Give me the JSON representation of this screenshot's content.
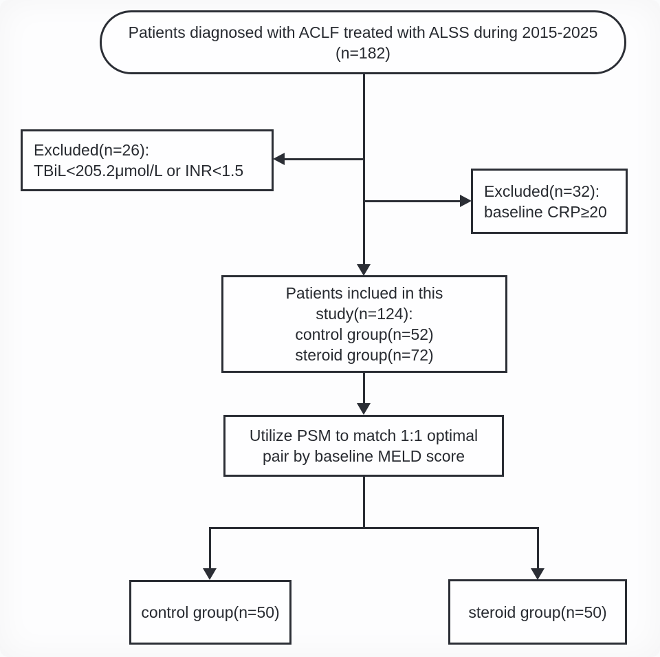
{
  "colors": {
    "line": "#2b2e35",
    "text": "#272a30",
    "background": "#fafbfc"
  },
  "boxes": {
    "enrollment": {
      "lines": [
        "Patients diagnosed with ACLF treated with ALSS during 2015-2025",
        "(n=182)"
      ]
    },
    "excluded_left": {
      "lines": [
        "Excluded(n=26):",
        "TBiL<205.2μmol/L or INR<1.5"
      ]
    },
    "excluded_right": {
      "lines": [
        "Excluded(n=32):",
        "baseline CRP≥20"
      ]
    },
    "included": {
      "lines": [
        "Patients inclued in this",
        "study(n=124):",
        "control group(n=52)",
        "steroid group(n=72)"
      ]
    },
    "psm": {
      "lines": [
        "Utilize PSM to match 1:1 optimal",
        "pair by baseline MELD score"
      ]
    },
    "control": {
      "label": "control group(n=50)"
    },
    "steroid": {
      "label": "steroid group(n=50)"
    }
  }
}
